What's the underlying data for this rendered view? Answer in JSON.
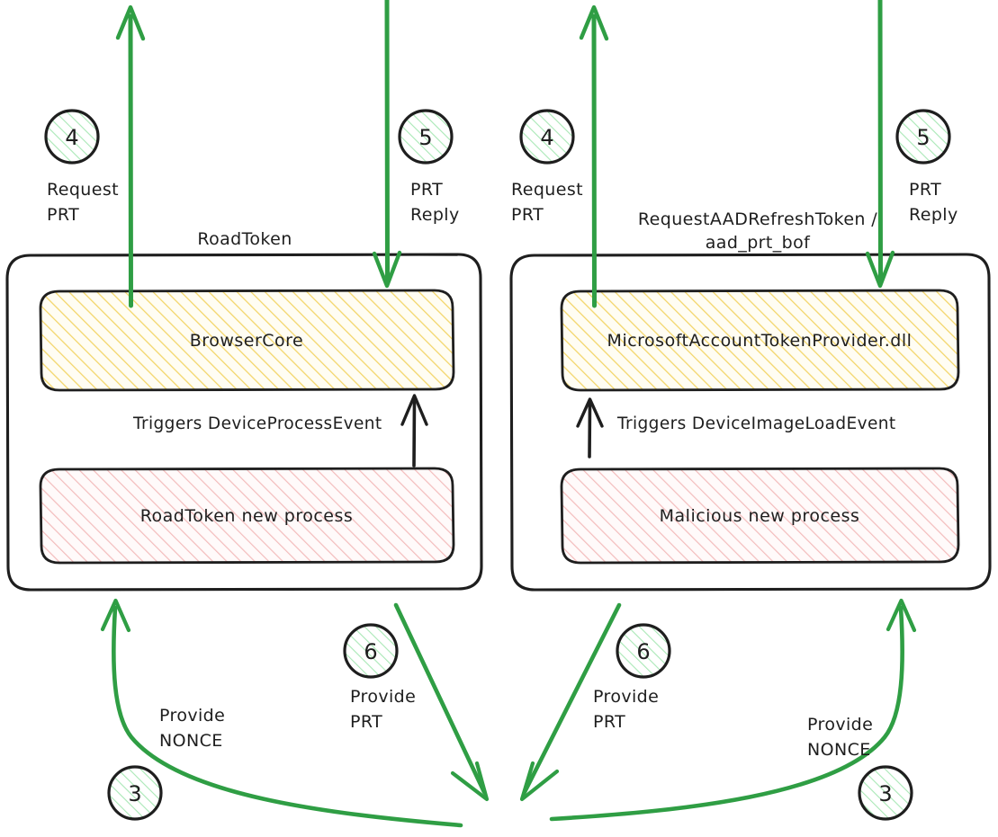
{
  "diagram": {
    "type": "flow-diagram",
    "title": "",
    "style": "hand-drawn-sketch",
    "colors": {
      "arrow_green": "#2f9e44",
      "stroke_black": "#1e1e1e",
      "yellow_fill": "#fff9db",
      "yellow_hatch": "#f5d76e",
      "pink_fill": "#fff5f5",
      "pink_hatch": "#f1b0b0",
      "green_hatch": "#8ce99a",
      "background": "#ffffff"
    },
    "panels": [
      {
        "id": "left-panel",
        "header_label": "RoadToken",
        "upper_box": {
          "label": "BrowserCore",
          "fill": "yellow"
        },
        "lower_box": {
          "label": "RoadToken new process",
          "fill": "pink"
        },
        "internal_arrow_label": "Triggers DeviceProcessEvent"
      },
      {
        "id": "right-panel",
        "header_label": "RequestAADRefreshToken /\naad_prt_bof",
        "header_line1": "RequestAADRefreshToken /",
        "header_line2": "aad_prt_bof",
        "upper_box": {
          "label": "MicrosoftAccountTokenProvider.dll",
          "fill": "yellow"
        },
        "lower_box": {
          "label": "Malicious new process",
          "fill": "pink"
        },
        "internal_arrow_label": "Triggers DeviceImageLoadEvent"
      }
    ],
    "steps": [
      {
        "number": "4",
        "label_line1": "Request",
        "label_line2": "PRT",
        "panel": "left",
        "direction": "up"
      },
      {
        "number": "5",
        "label_line1": "PRT",
        "label_line2": "Reply",
        "panel": "left",
        "direction": "down"
      },
      {
        "number": "4",
        "label_line1": "Request",
        "label_line2": "PRT",
        "panel": "right",
        "direction": "up"
      },
      {
        "number": "5",
        "label_line1": "PRT",
        "label_line2": "Reply",
        "panel": "right",
        "direction": "down"
      },
      {
        "number": "3",
        "label_line1": "Provide",
        "label_line2": "NONCE",
        "panel": "left",
        "direction": "up-curve"
      },
      {
        "number": "6",
        "label_line1": "Provide",
        "label_line2": "PRT",
        "panel": "left",
        "direction": "down-diagonal"
      },
      {
        "number": "6",
        "label_line1": "Provide",
        "label_line2": "PRT",
        "panel": "right",
        "direction": "down-diagonal"
      },
      {
        "number": "3",
        "label_line1": "Provide",
        "label_line2": "NONCE",
        "panel": "right",
        "direction": "up-curve"
      }
    ]
  }
}
